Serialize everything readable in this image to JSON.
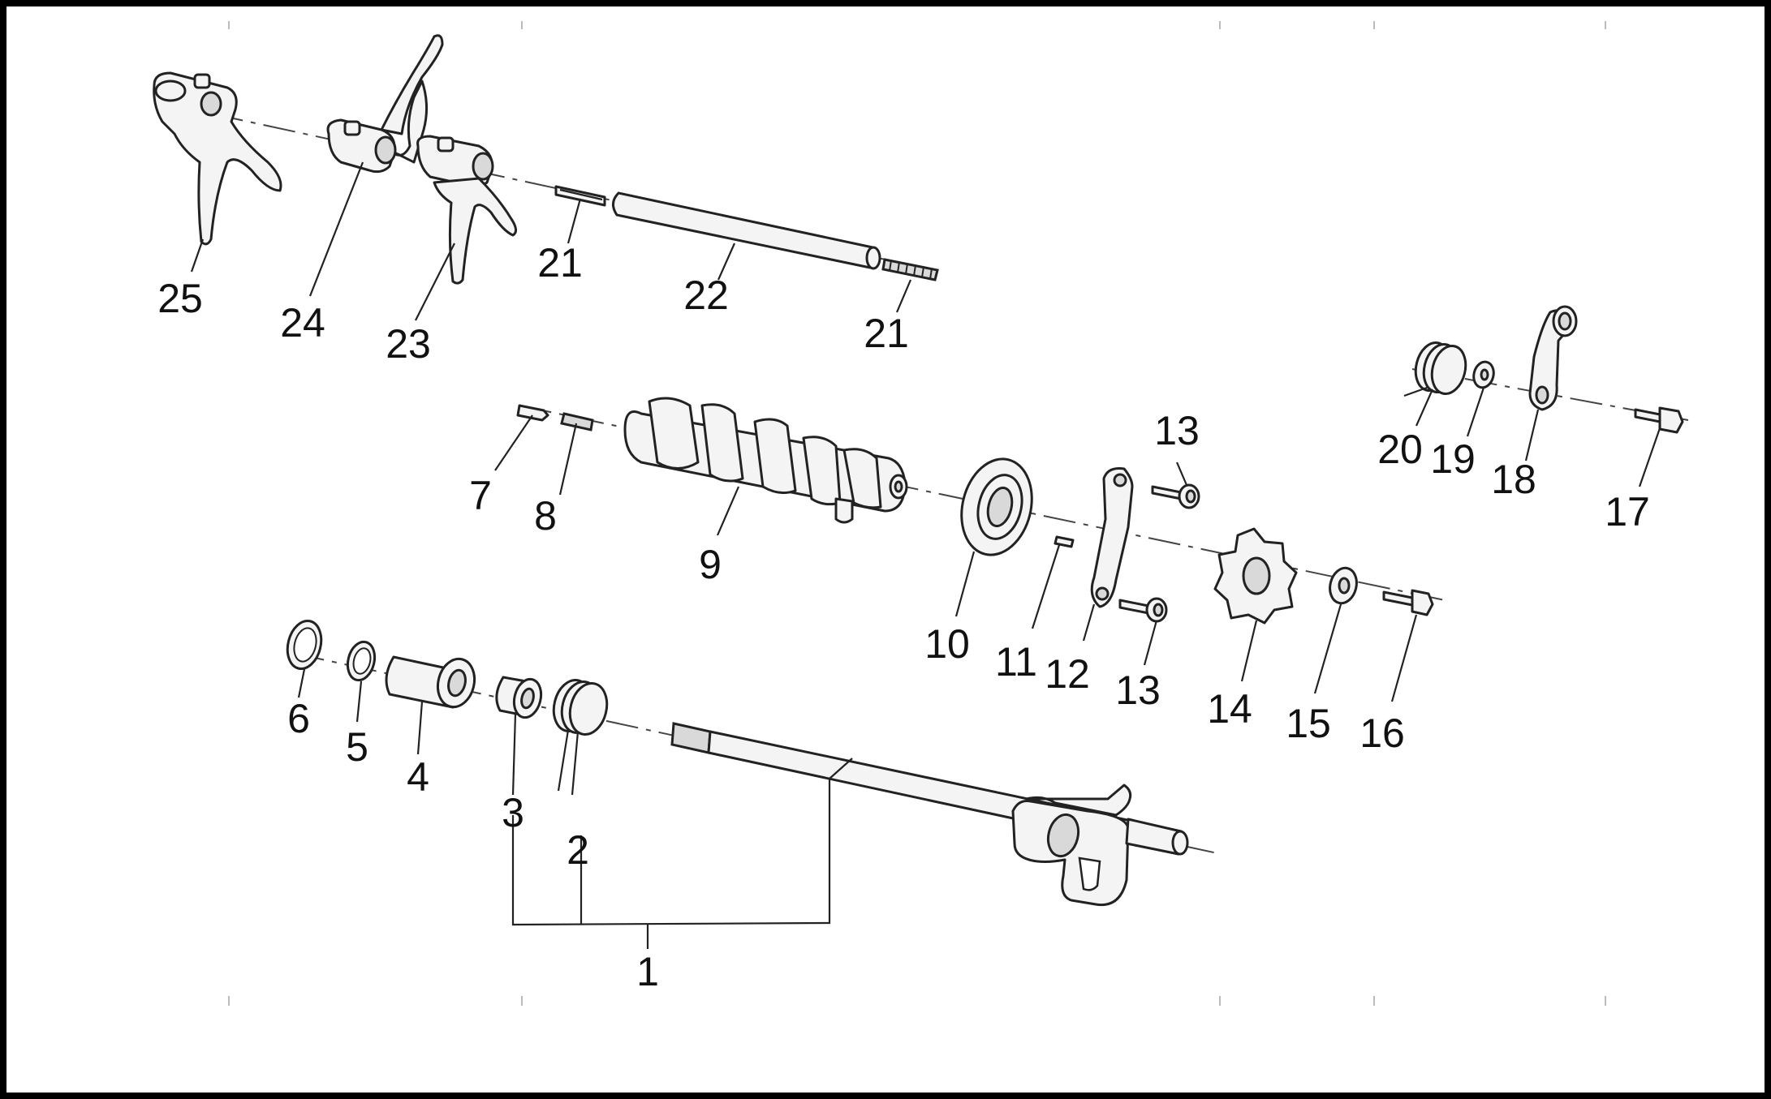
{
  "callouts": [
    {
      "id": "1",
      "label": "1"
    },
    {
      "id": "2",
      "label": "2"
    },
    {
      "id": "3",
      "label": "3"
    },
    {
      "id": "4",
      "label": "4"
    },
    {
      "id": "5",
      "label": "5"
    },
    {
      "id": "6",
      "label": "6"
    },
    {
      "id": "7",
      "label": "7"
    },
    {
      "id": "8",
      "label": "8"
    },
    {
      "id": "9",
      "label": "9"
    },
    {
      "id": "10",
      "label": "10"
    },
    {
      "id": "11",
      "label": "11"
    },
    {
      "id": "12",
      "label": "12"
    },
    {
      "id": "13a",
      "label": "13"
    },
    {
      "id": "13b",
      "label": "13"
    },
    {
      "id": "14",
      "label": "14"
    },
    {
      "id": "15",
      "label": "15"
    },
    {
      "id": "16",
      "label": "16"
    },
    {
      "id": "17",
      "label": "17"
    },
    {
      "id": "18",
      "label": "18"
    },
    {
      "id": "19",
      "label": "19"
    },
    {
      "id": "20",
      "label": "20"
    },
    {
      "id": "21a",
      "label": "21"
    },
    {
      "id": "21b",
      "label": "21"
    },
    {
      "id": "22",
      "label": "22"
    },
    {
      "id": "23",
      "label": "23"
    },
    {
      "id": "24",
      "label": "24"
    },
    {
      "id": "25",
      "label": "25"
    }
  ]
}
